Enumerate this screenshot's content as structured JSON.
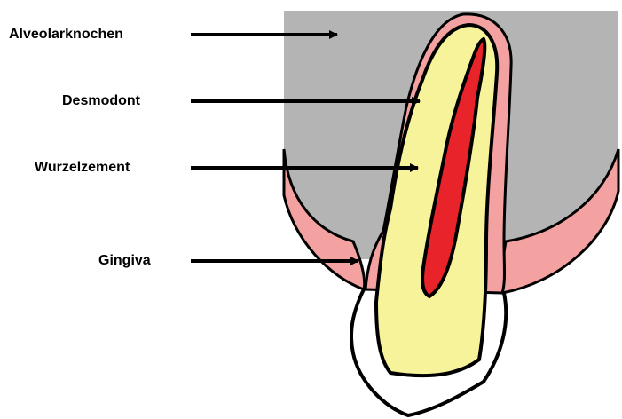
{
  "labels": {
    "alveolar_bone": "Alveolarknochen",
    "periodontal_ligament": "Desmodont",
    "root_cementum": "Wurzelzement",
    "gingiva": "Gingiva"
  },
  "colors": {
    "alveolar_bone": "#b4b4b4",
    "periodontal_ligament": "#f3a1a1",
    "gingiva": "#f3a1a1",
    "root_cementum_dentin": "#f7f39a",
    "pulp": "#e8242a",
    "crown_enamel": "#ffffff",
    "outline": "#000000",
    "arrow": "#000000"
  }
}
